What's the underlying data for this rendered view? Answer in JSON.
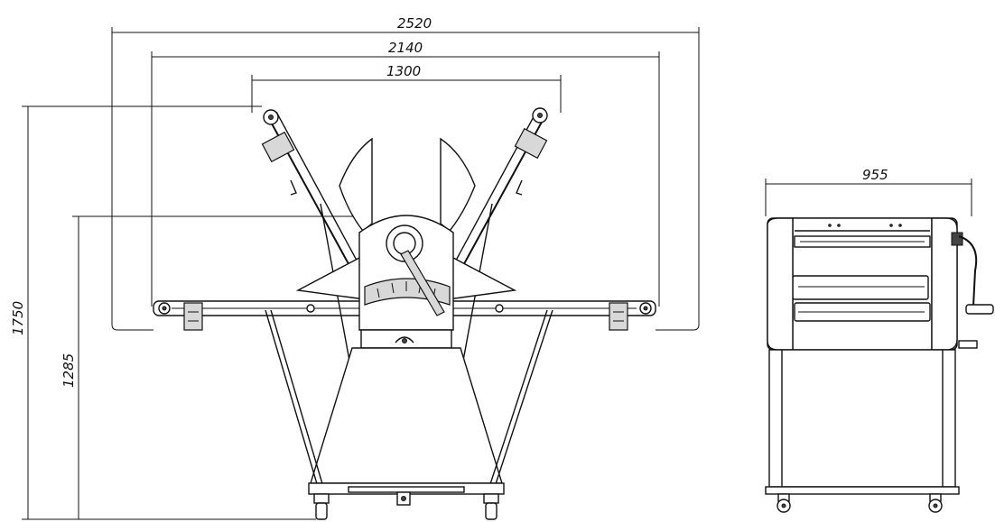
{
  "dimensions": {
    "overall_width": "2520",
    "belt_width": "2140",
    "inner_width": "1300",
    "overall_height": "1750",
    "table_height": "1285",
    "side_depth": "955"
  }
}
